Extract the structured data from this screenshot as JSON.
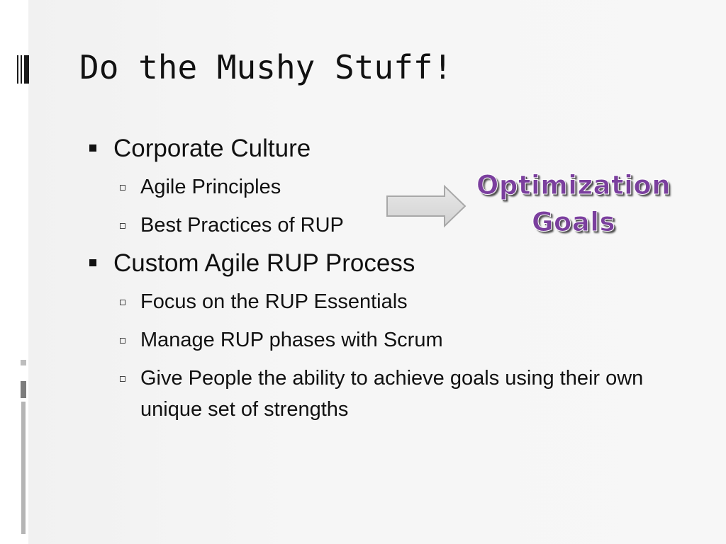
{
  "slide": {
    "title": "Do the Mushy Stuff!",
    "callout": {
      "line1": "Optimization",
      "line2": "Goals",
      "color": "#7b3f9e"
    },
    "bullets": [
      {
        "text": "Corporate Culture",
        "children": [
          "Agile Principles",
          "Best Practices of RUP"
        ]
      },
      {
        "text": "Custom Agile RUP Process",
        "children": [
          "Focus on the RUP Essentials",
          "Manage RUP phases with Scrum",
          "Give People the ability to achieve goals using their own unique set of strengths"
        ]
      }
    ],
    "arrow_icon": "right-arrow-icon"
  }
}
